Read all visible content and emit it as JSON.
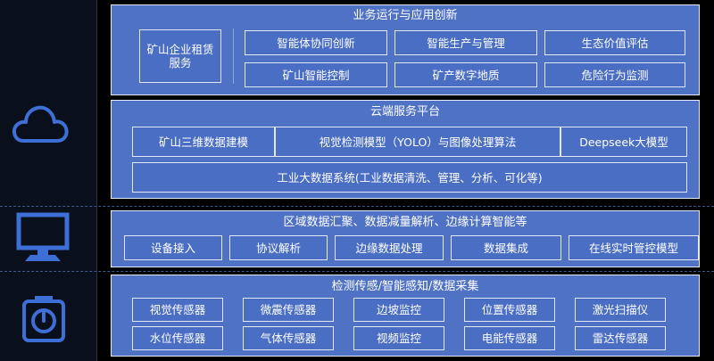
{
  "colors": {
    "background": "#000000",
    "layer_fill": "#4f72c5",
    "box_fill": "#4a6ec3",
    "border": "#e2e9f6",
    "icon": "#3d6fd6"
  },
  "icons": [
    "cloud-icon",
    "monitor-icon",
    "sensor-device-icon"
  ],
  "layers": [
    {
      "title": "业务运行与应用创新",
      "left_box": "矿山企业租赁服务",
      "boxes": [
        "智能体协同创新",
        "智能生产与管理",
        "生态价值评估",
        "矿山智能控制",
        "矿产数字地质",
        "危险行为监测"
      ]
    },
    {
      "title": "云端服务平台",
      "row1": [
        "矿山三维数据建模",
        "视觉检测模型（YOLO）与图像处理算法",
        "Deepseek大模型"
      ],
      "row2": "工业大数据系统(工业数据清洗、管理、分析、可化等)"
    },
    {
      "title": "区域数据汇聚、数据减量解析、边缘计算智能等",
      "boxes": [
        "设备接入",
        "协议解析",
        "边缘数据处理",
        "数据集成",
        "在线实时管控模型"
      ]
    },
    {
      "title": "检测传感/智能感知/数据采集",
      "boxes": [
        "视觉传感器",
        "微震传感器",
        "边坡监控",
        "位置传感器",
        "激光扫描仪",
        "水位传感器",
        "气体传感器",
        "视频监控",
        "电能传感器",
        "雷达传感器"
      ]
    }
  ]
}
